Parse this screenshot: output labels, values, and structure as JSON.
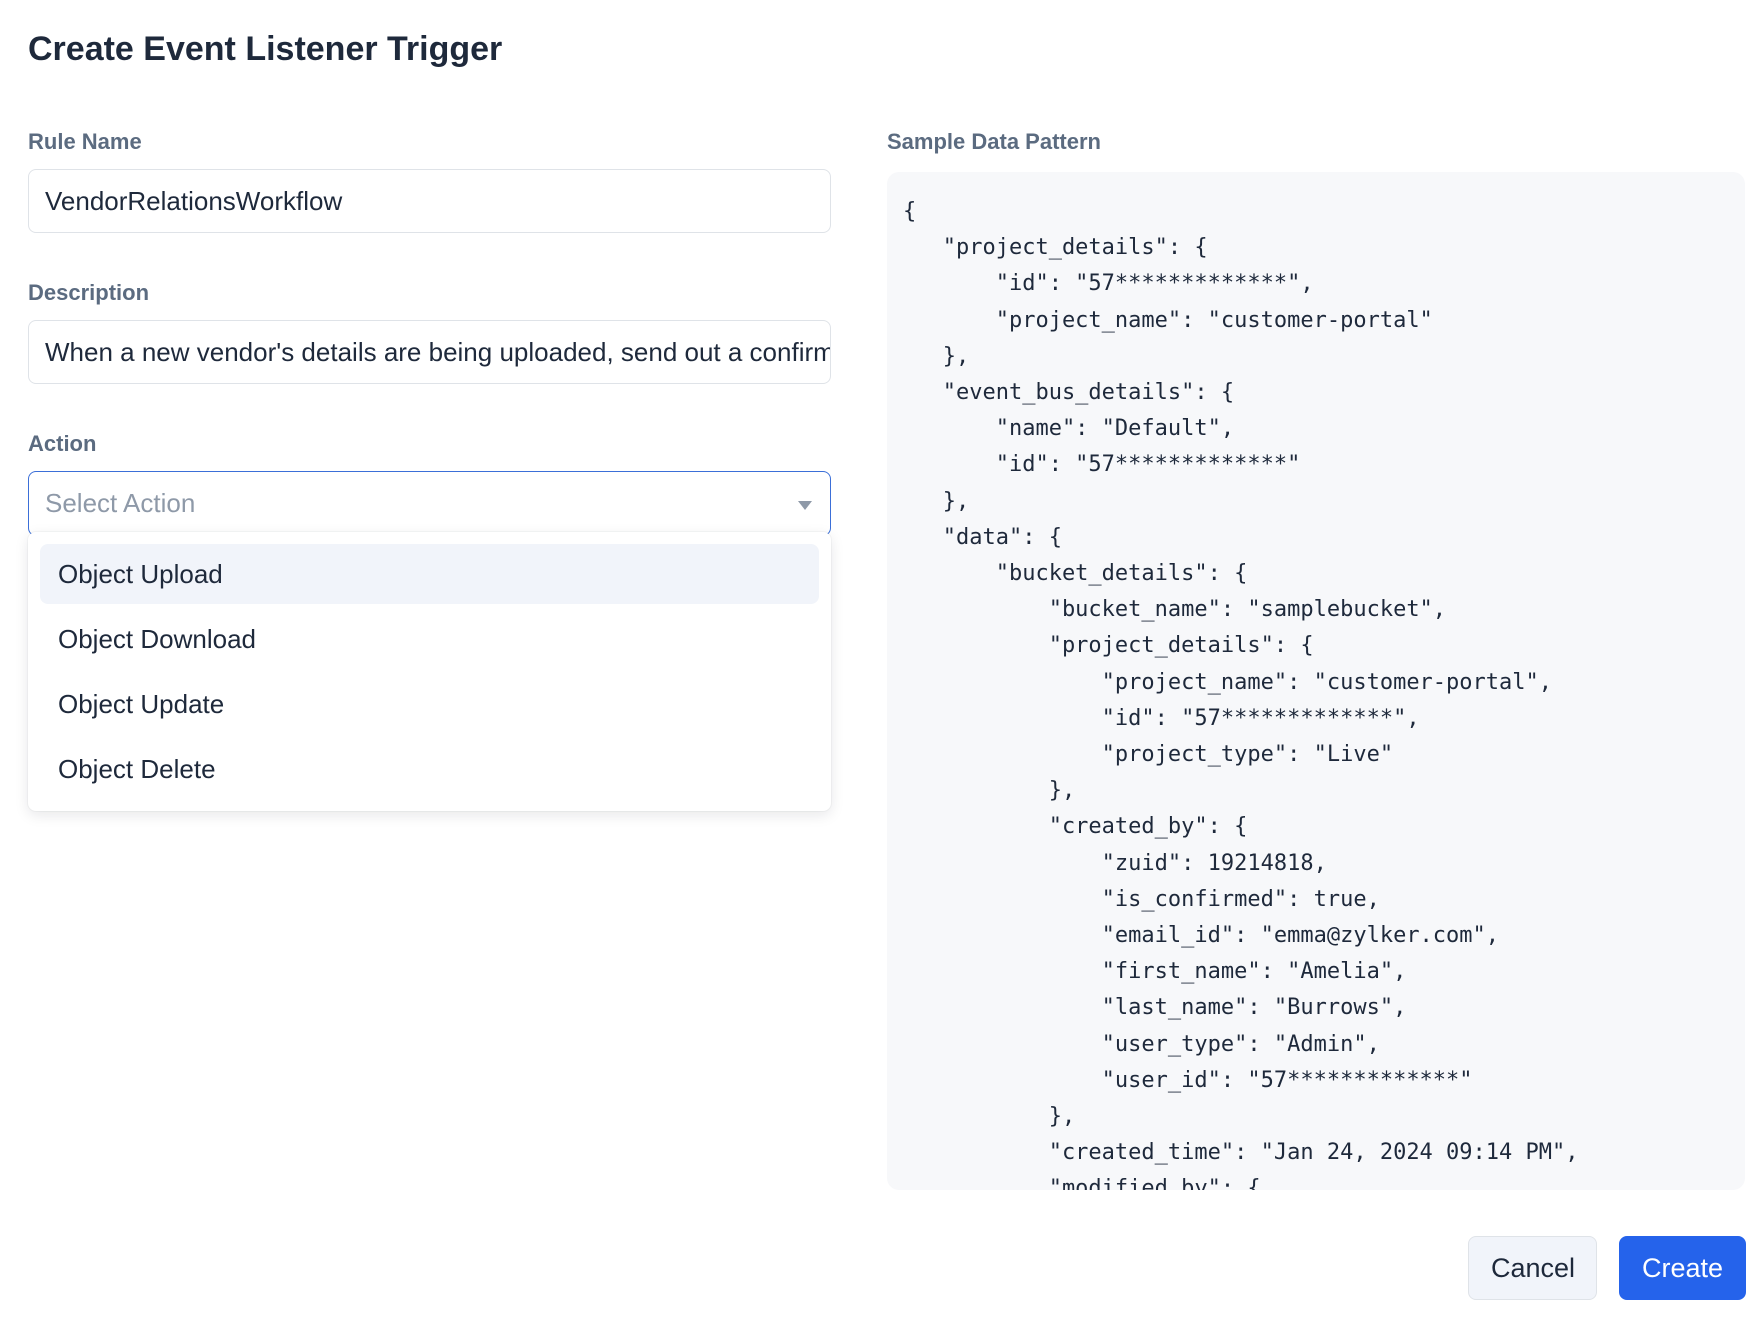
{
  "dialog": {
    "title": "Create Event Listener Trigger"
  },
  "form": {
    "rule_name": {
      "label": "Rule Name",
      "value": "VendorRelationsWorkflow"
    },
    "description": {
      "label": "Description",
      "value": "When a new vendor's details are being uploaded, send out a confirmation email"
    },
    "action": {
      "label": "Action",
      "placeholder": "Select Action",
      "options": [
        "Object Upload",
        "Object Download",
        "Object Update",
        "Object Delete"
      ],
      "highlighted_option": "Object Upload"
    }
  },
  "sample": {
    "label": "Sample Data Pattern",
    "code": "{\n   \"project_details\": {\n       \"id\": \"57*************\",\n       \"project_name\": \"customer-portal\"\n   },\n   \"event_bus_details\": {\n       \"name\": \"Default\",\n       \"id\": \"57*************\"\n   },\n   \"data\": {\n       \"bucket_details\": {\n           \"bucket_name\": \"samplebucket\",\n           \"project_details\": {\n               \"project_name\": \"customer-portal\",\n               \"id\": \"57*************\",\n               \"project_type\": \"Live\"\n           },\n           \"created_by\": {\n               \"zuid\": 19214818,\n               \"is_confirmed\": true,\n               \"email_id\": \"emma@zylker.com\",\n               \"first_name\": \"Amelia\",\n               \"last_name\": \"Burrows\",\n               \"user_type\": \"Admin\",\n               \"user_id\": \"57*************\"\n           },\n           \"created_time\": \"Jan 24, 2024 09:14 PM\",\n           \"modified_by\": {"
  },
  "footer": {
    "cancel_label": "Cancel",
    "create_label": "Create"
  },
  "colors": {
    "primary": "#2563eb",
    "focus_border": "#3b6fd8",
    "label": "#5b6b80",
    "code_bg": "#f7f8fa"
  }
}
